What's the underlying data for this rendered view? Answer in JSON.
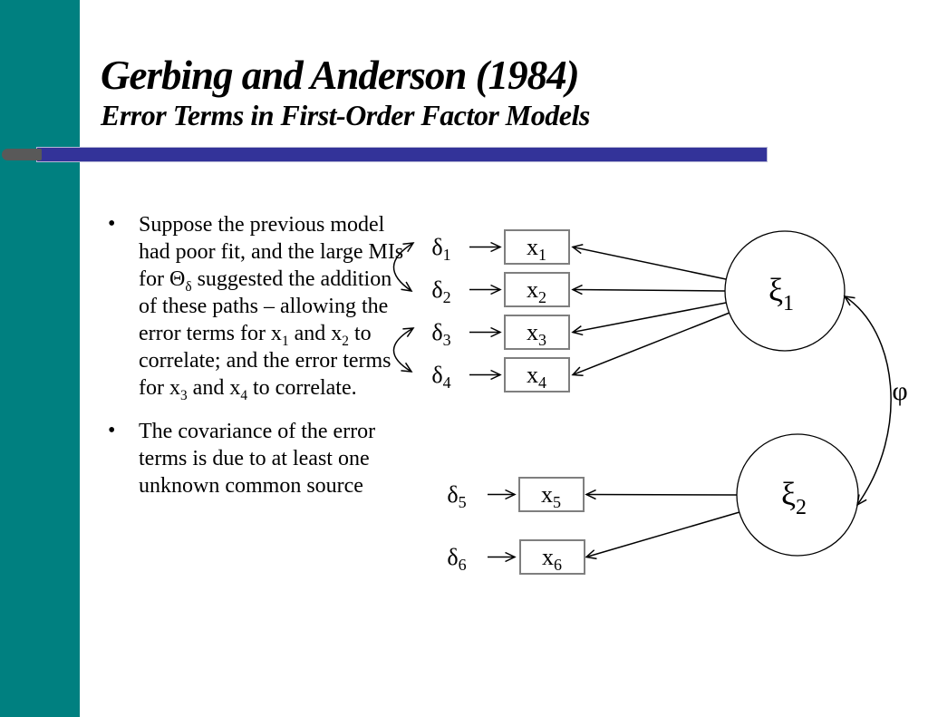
{
  "slide": {
    "title": "Gerbing and Anderson (1984)",
    "subtitle": "Error Terms in First-Order Factor Models"
  },
  "bullet_char": "•",
  "bullets": [
    {
      "segments": [
        {
          "text": "Suppose the previous model had poor fit, and the large MIs for "
        },
        {
          "text": "Θ"
        },
        {
          "sub": "δ"
        },
        {
          "text": " suggested the addition of these paths – allowing the error terms for x"
        },
        {
          "sub": "1"
        },
        {
          "text": " and x"
        },
        {
          "sub": "2"
        },
        {
          "text": " to correlate; and the error terms for x"
        },
        {
          "sub": "3"
        },
        {
          "text": " and x"
        },
        {
          "sub": "4"
        },
        {
          "text": " to correlate."
        }
      ]
    },
    {
      "segments": [
        {
          "text": "The covariance of the error terms is due to at least one unknown common source"
        }
      ]
    }
  ],
  "diagram": {
    "error_terms": [
      {
        "base": "δ",
        "sub": "1"
      },
      {
        "base": "δ",
        "sub": "2"
      },
      {
        "base": "δ",
        "sub": "3"
      },
      {
        "base": "δ",
        "sub": "4"
      },
      {
        "base": "δ",
        "sub": "5"
      },
      {
        "base": "δ",
        "sub": "6"
      }
    ],
    "indicators": [
      {
        "base": "x",
        "sub": "1"
      },
      {
        "base": "x",
        "sub": "2"
      },
      {
        "base": "x",
        "sub": "3"
      },
      {
        "base": "x",
        "sub": "4"
      },
      {
        "base": "x",
        "sub": "5"
      },
      {
        "base": "x",
        "sub": "6"
      }
    ],
    "factors": [
      {
        "base": "ξ",
        "sub": "1"
      },
      {
        "base": "ξ",
        "sub": "2"
      }
    ],
    "covariance_label": "φ"
  },
  "colors": {
    "sidebar_teal": "#008080",
    "accent_bar_blue": "#333399",
    "bar_tip_gray": "#595959",
    "box_border_gray": "#7f7f7f",
    "line_black": "#000000"
  }
}
